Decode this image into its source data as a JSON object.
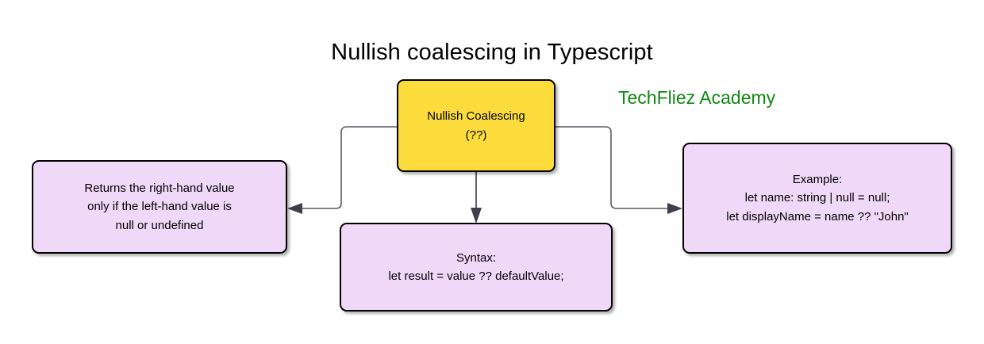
{
  "page": {
    "title": "Nullish coalescing in Typescript",
    "brand": "TechFliez Academy"
  },
  "colors": {
    "center_node_fill": "#FCDC3C",
    "detail_node_fill": "#F0D9F8",
    "node_border": "#000000",
    "brand_text": "#128712",
    "connector": "#5a5a66"
  },
  "diagram": {
    "type": "flowchart",
    "center_node": {
      "label_line1": "Nullish Coalescing",
      "label_line2": "(??)"
    },
    "nodes": [
      {
        "id": "behavior",
        "lines": [
          "Returns the right-hand value",
          "only if the left-hand value is",
          "null or undefined"
        ]
      },
      {
        "id": "syntax",
        "lines": [
          "Syntax:",
          "let result = value ?? defaultValue;"
        ]
      },
      {
        "id": "example",
        "lines": [
          "Example:",
          "let name: string | null = null;",
          "let displayName = name ?? \"John\""
        ]
      }
    ],
    "edges": [
      {
        "from": "center",
        "to": "behavior",
        "style": "orthogonal-elbow",
        "direction": "left"
      },
      {
        "from": "center",
        "to": "syntax",
        "style": "straight",
        "direction": "down"
      },
      {
        "from": "center",
        "to": "example",
        "style": "orthogonal-elbow",
        "direction": "right"
      }
    ]
  }
}
